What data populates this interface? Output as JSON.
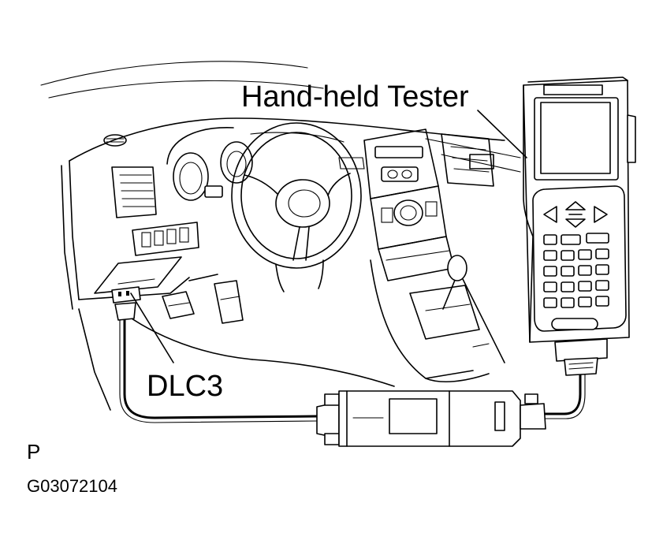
{
  "labels": {
    "tester": "Hand-held Tester",
    "connector": "DLC3",
    "view_code": "P",
    "figure_id": "G03072104"
  },
  "colors": {
    "ink": "#000000",
    "paper": "#ffffff"
  }
}
